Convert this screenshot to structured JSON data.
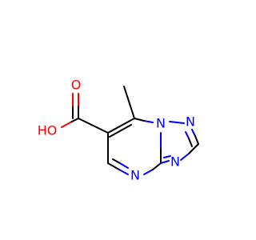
{
  "molecule": {
    "atoms": {
      "O_carbonyl": {
        "label": "O",
        "color": "#ff0000"
      },
      "O_hydroxyl": {
        "label": "HO",
        "color": "#ff0000"
      },
      "N_bridge": {
        "label": "N",
        "color": "#0000ff"
      },
      "N_triazole_top": {
        "label": "N",
        "color": "#0000ff"
      },
      "N_triazole_right": {
        "label": "N",
        "color": "#0000ff"
      },
      "N_pyrimidine_bottom": {
        "label": "N",
        "color": "#0000ff"
      }
    },
    "colors": {
      "carbon_bond": "#000000",
      "nitrogen": "#0000ff",
      "oxygen": "#ff0000",
      "background": "#ffffff"
    }
  }
}
